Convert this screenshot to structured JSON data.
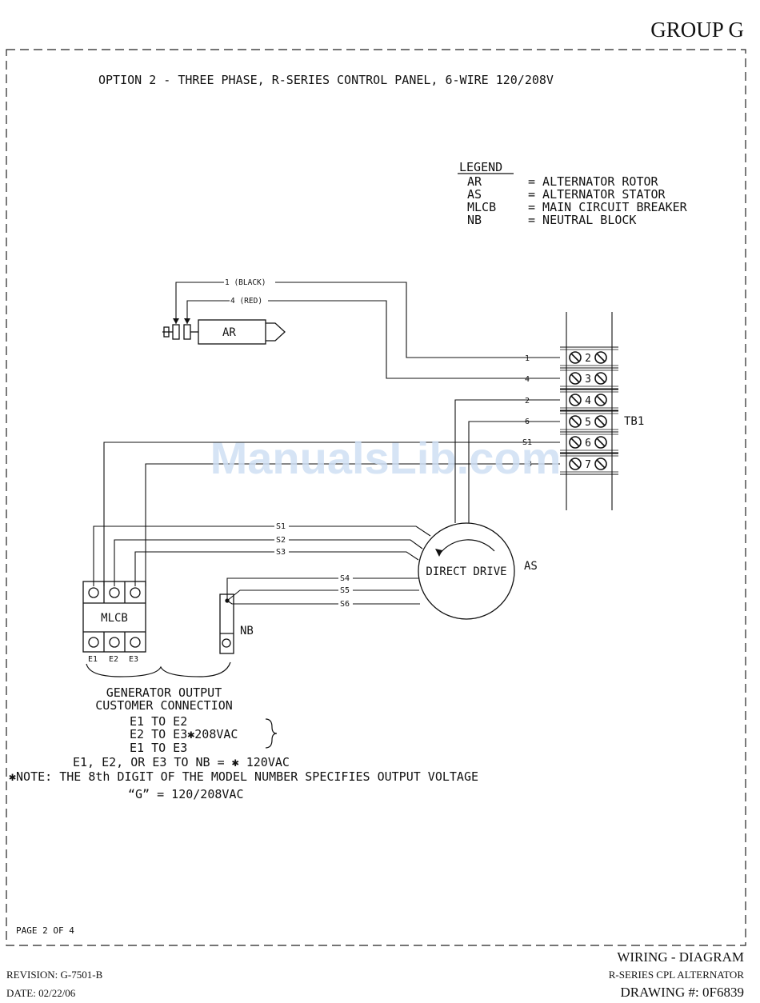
{
  "header": {
    "group": "GROUP G"
  },
  "title": "OPTION 2 - THREE PHASE, R-SERIES CONTROL PANEL, 6-WIRE 120/208V",
  "legend": {
    "heading": "LEGEND",
    "entries": [
      {
        "abbr": "AR",
        "meaning": "= ALTERNATOR ROTOR"
      },
      {
        "abbr": "AS",
        "meaning": "= ALTERNATOR STATOR"
      },
      {
        "abbr": "MLCB",
        "meaning": "= MAIN CIRCUIT BREAKER"
      },
      {
        "abbr": "NB",
        "meaning": "= NEUTRAL BLOCK"
      }
    ]
  },
  "rotor": {
    "label": "AR",
    "wire_black": "1 (BLACK)",
    "wire_red": "4 (RED)"
  },
  "terminal_block": {
    "label": "TB1",
    "terminals": [
      "2",
      "3",
      "4",
      "5",
      "6",
      "7"
    ],
    "wires": [
      "1",
      "4",
      "2",
      "6",
      "S1",
      "3"
    ]
  },
  "stator": {
    "label": "AS",
    "center_text": "DIRECT DRIVE",
    "leads": [
      "S1",
      "S2",
      "S3",
      "S4",
      "S5",
      "S6"
    ]
  },
  "breaker": {
    "label": "MLCB",
    "outputs": [
      "E1",
      "E2",
      "E3"
    ]
  },
  "neutral_block": {
    "label": "NB"
  },
  "notes": {
    "output_title_1": "GENERATOR OUTPUT",
    "output_title_2": "CUSTOMER CONNECTION",
    "line1": "E1 TO E2",
    "line2": "E2 TO E3✱208VAC",
    "line3": "E1 TO E3",
    "line4": "E1, E2, OR E3 TO NB = ✱ 120VAC",
    "line5": "✱NOTE: THE 8th DIGIT OF THE MODEL NUMBER SPECIFIES OUTPUT VOLTAGE",
    "line6": "“G” = 120/208VAC"
  },
  "watermark": "ManualsLib.com",
  "page_label": "PAGE 2 OF 4",
  "footer": {
    "revision": "REVISION: G-7501-B",
    "date": "DATE: 02/22/06",
    "doc_type": "WIRING - DIAGRAM",
    "product": "R-SERIES CPL ALTERNATOR",
    "drawing": "DRAWING #: 0F6839"
  }
}
